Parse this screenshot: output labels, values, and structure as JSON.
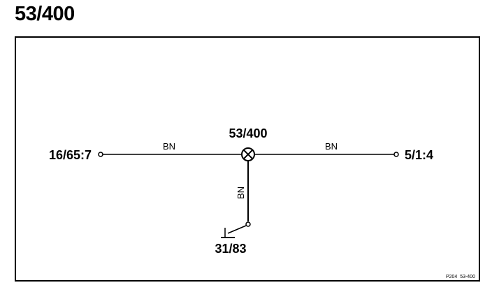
{
  "title": "53/400",
  "component": {
    "label": "53/400"
  },
  "terminals": {
    "left": "16/65:7",
    "right": "5/1:4",
    "bottom": "31/83"
  },
  "wires": {
    "left": "BN",
    "right": "BN",
    "vertical": "BN"
  },
  "footer_ref": "P204  53-400"
}
